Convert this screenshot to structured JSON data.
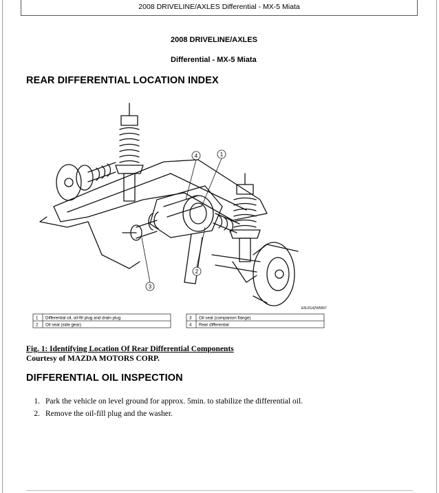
{
  "header": {
    "running_title": "2008 DRIVELINE/AXLES Differential - MX-5 Miata",
    "line1": "2008 DRIVELINE/AXLES",
    "line2": "Differential - MX-5 Miata"
  },
  "sections": {
    "location_title": "REAR DIFFERENTIAL LOCATION INDEX",
    "inspection_title": "DIFFERENTIAL OIL INSPECTION"
  },
  "figure": {
    "code": "E5U314ZW5007",
    "callouts": [
      "1",
      "2",
      "3",
      "4"
    ],
    "legend": [
      {
        "num": "1",
        "label": "Differential oil, oil-fill plug and drain plug"
      },
      {
        "num": "2",
        "label": "Oil seal (side gear)"
      },
      {
        "num": "3",
        "label": "Oil seal (companion flange)"
      },
      {
        "num": "4",
        "label": "Rear differential"
      }
    ]
  },
  "caption": {
    "title": "Fig. 1: Identifying Location Of Rear Differential Components",
    "credit": "Courtesy of MAZDA MOTORS CORP."
  },
  "steps": [
    {
      "num": "1.",
      "text": "Park the vehicle on level ground for approx. 5min. to stabilize the differential oil."
    },
    {
      "num": "2.",
      "text": "Remove the oil-fill plug and the washer."
    }
  ]
}
